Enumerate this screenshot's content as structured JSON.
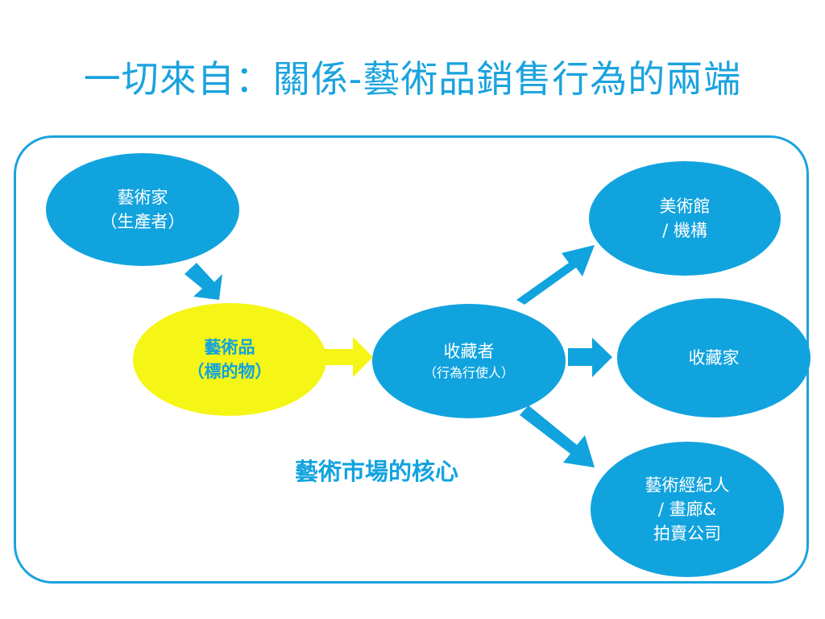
{
  "title": "一切來自：關係-藝術品銷售行為的兩端",
  "core_label": "藝術市場的核心",
  "nodes": {
    "artist": {
      "line1": "藝術家",
      "line2": "（生產者）"
    },
    "artwork": {
      "line1": "藝術品",
      "line2": "（標的物）"
    },
    "collector_agent": {
      "line1": "收藏者",
      "line2": "（行為行使人）"
    },
    "museum": {
      "line1": "美術館",
      "line2": "/ 機構"
    },
    "collector": {
      "line1": "收藏家"
    },
    "dealer": {
      "line1": "藝術經紀人",
      "line2": "/ 畫廊&",
      "line3": "拍賣公司"
    }
  },
  "colors": {
    "primary": "#11a3de",
    "highlight": "#f5f516",
    "text_light": "#ffffff"
  }
}
